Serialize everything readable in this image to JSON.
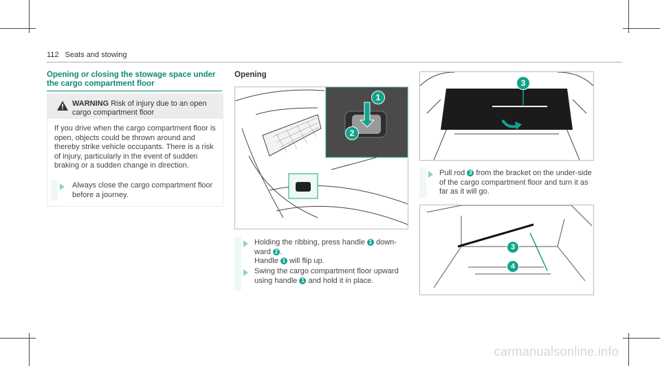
{
  "header": {
    "page_number": "112",
    "section": "Seats and stowing"
  },
  "section_title": "Opening or closing the stowage space under the cargo compartment floor",
  "warning": {
    "label": "WARNING",
    "headline": "Risk of injury due to an open cargo compartment floor",
    "body": "If you drive when the cargo compartment floor is open, objects could be thrown around and thereby strike vehicle occupants. There is a risk of injury, particularly in the event of sudden braking or a sudden change in direction.",
    "step": "Always close the cargo compartment floor before a journey."
  },
  "opening": {
    "title": "Opening",
    "step1_a": "Holding the ribbing, press handle",
    "step1_b": "down-ward",
    "step1_c": "Handle",
    "step1_d": "will flip up.",
    "step2_a": "Swing the cargo compartment floor upward using handle",
    "step2_b": "and hold it in place."
  },
  "right": {
    "step_a": "Pull rod",
    "step_b": "from the bracket on the under-side of the cargo compartment floor and turn it as far as it will go."
  },
  "callouts": {
    "c1": "1",
    "c2": "2",
    "c3": "3",
    "c4": "4"
  },
  "watermark": "carmanualsonline.info",
  "colors": {
    "accent": "#14a28c",
    "title": "#0d8a74",
    "bullet": "#8fd0c3"
  }
}
